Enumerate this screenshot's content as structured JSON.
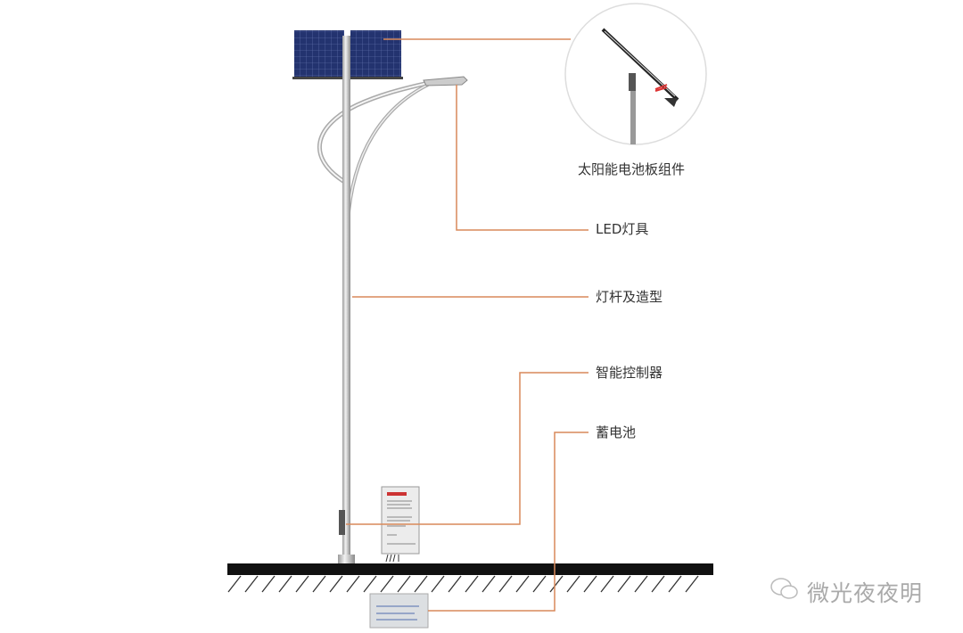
{
  "labels": {
    "solar_panel": "太阳能电池板组件",
    "led_lamp": "LED灯具",
    "pole": "灯杆及造型",
    "controller": "智能控制器",
    "battery": "蓄电池"
  },
  "watermark": "微光夜夜明",
  "colors": {
    "leader_line": "#d9895a",
    "panel": "#1f2f6e",
    "ground": "#111111"
  }
}
